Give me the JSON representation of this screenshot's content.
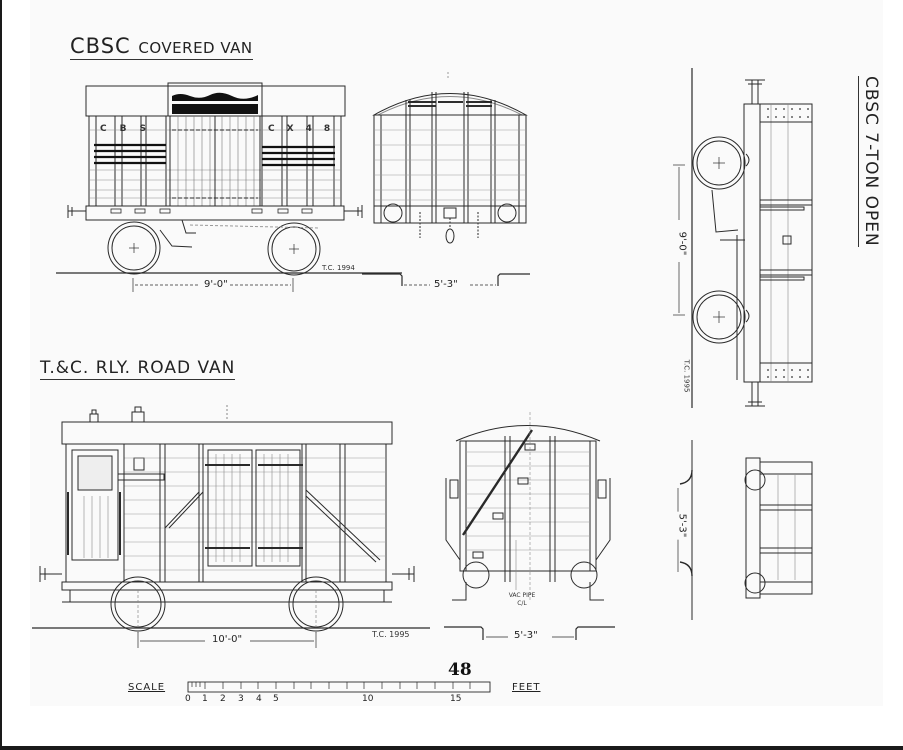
{
  "page": {
    "number": "48",
    "background": "#fafafa",
    "ink_color": "#222222"
  },
  "drawings": {
    "covered_van": {
      "title_main": "CBSC",
      "title_sub": "COVERED VAN",
      "side_markings_left": [
        "C",
        "B",
        "S"
      ],
      "side_markings_right": [
        "C",
        "X",
        "48"
      ],
      "wheelbase": "9'-0\"",
      "gauge": "5'-3\"",
      "signature": "T.C. 1994"
    },
    "seven_ton_open": {
      "title": "CBSC 7-TON OPEN",
      "wheelbase": "9'-0\"",
      "gauge": "5'-3\"",
      "signature": "T.C. 1995"
    },
    "road_van": {
      "title": "T.&C. RLY. ROAD VAN",
      "wheelbase": "10'-0\"",
      "gauge": "5'-3\"",
      "signature": "T.C. 1995",
      "end_note": "VAC PIPE C/L"
    }
  },
  "scale_bar": {
    "label": "SCALE",
    "unit": "FEET",
    "ticks": [
      "0",
      "1",
      "2",
      "3",
      "4",
      "5",
      "10",
      "15"
    ]
  }
}
